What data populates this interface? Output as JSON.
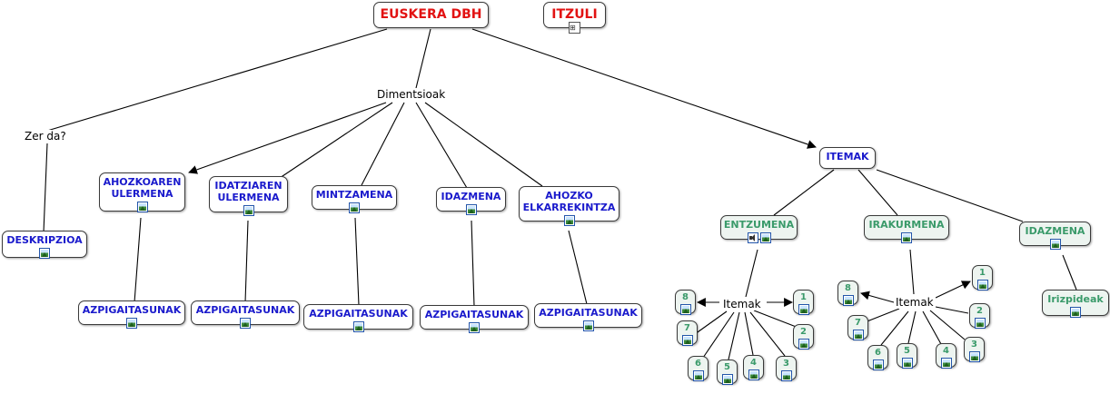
{
  "title": "EUSKERA DBH",
  "back": "ITZULI",
  "labels": {
    "dimentsioak": "Dimentsioak",
    "zer_da": "Zer da?",
    "itemak_left": "Itemak",
    "itemak_right": "Itemak"
  },
  "nodes": {
    "deskripzioa": "DESKRIPZIOA",
    "ahozkoaren": "AHOZKOAREN ULERMENA",
    "idatziaren": "IDATZIAREN ULERMENA",
    "mintzamena": "MINTZAMENA",
    "idazmena": "IDAZMENA",
    "ahozko": "AHOZKO ELKARREKINTZA",
    "azpi": [
      "AZPIGAITASUNAK",
      "AZPIGAITASUNAK",
      "AZPIGAITASUNAK",
      "AZPIGAITASUNAK",
      "AZPIGAITASUNAK"
    ],
    "itemak": "ITEMAK",
    "entzumena": "ENTZUMENA",
    "irakurmena": "IRAKURMENA",
    "idazmena2": "IDAZMENA",
    "irizpideak": "Irizpideak"
  },
  "items_left": [
    "1",
    "2",
    "3",
    "4",
    "5",
    "6",
    "7",
    "8"
  ],
  "items_right": [
    "1",
    "2",
    "3",
    "4",
    "5",
    "6",
    "7",
    "8"
  ],
  "colors": {
    "title": "#e21212",
    "blue": "#1a1acc",
    "green": "#3a9a6a"
  }
}
